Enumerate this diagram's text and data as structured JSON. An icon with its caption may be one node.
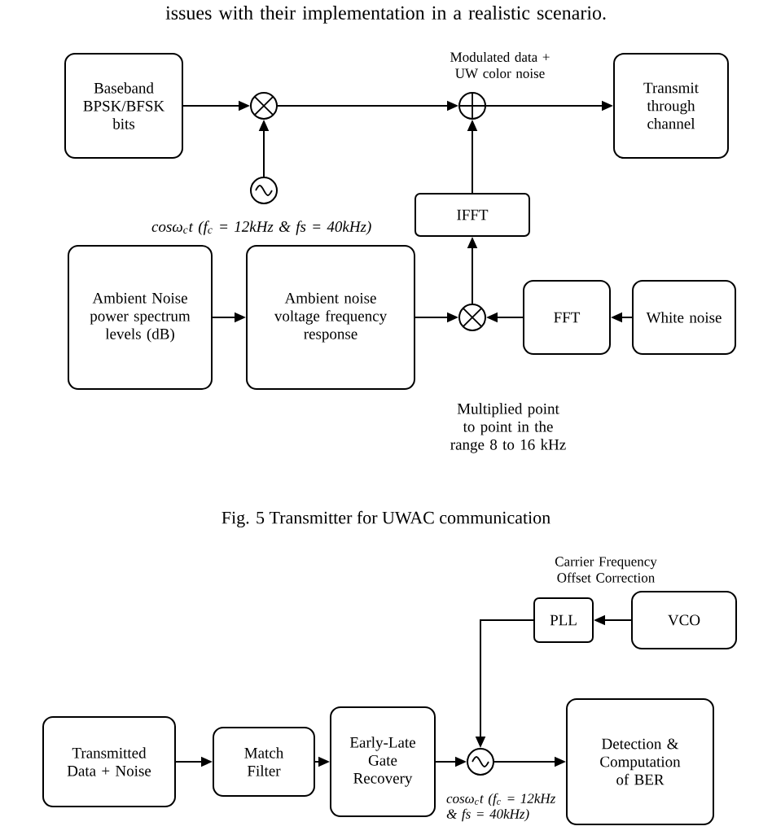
{
  "diagram": {
    "caption": "Fig. 5 Transmitter for UWAC communication",
    "nodes": [
      {
        "text": [
          "Baseband BPSK/BFSK bits"
        ]
      },
      {
        "text": [],
        "shape": "circle"
      },
      {
        "text": [],
        "shape": "circle"
      },
      {
        "text": [],
        "shape": "circle",
        "beside": [
          "Modulated data + UW color noise"
        ]
      },
      {
        "text": [
          "Transmit through channel"
        ]
      },
      {
        "text": [
          "IFFT"
        ]
      },
      {
        "text": [
          "Ambient Noise power spectrum levels (dB)"
        ]
      },
      {
        "text": [
          "Ambient noise voltage frequency response"
        ]
      },
      {
        "text": [],
        "shape": "circle"
      },
      {
        "text": [
          "FFT"
        ]
      },
      {
        "text": [
          "White noise"
        ]
      },
      {
        "text": [
          "Transmitted Data + Noise"
        ]
      },
      {
        "text": [
          "Match Filter"
        ]
      },
      {
        "text": [
          "Early-Late Gate Recovery"
        ]
      },
      {
        "text": [],
        "shape": "circle"
      },
      {
        "text": [
          "Detection & Computation of BER"
        ]
      },
      {
        "text": [
          "PLL"
        ],
        "beside": [
          "Carrier Frequency Offset Correction"
        ]
      },
      {
        "text": [
          "VCO"
        ]
      }
    ],
    "edges": [
      {
        "from": 0,
        "to": 1,
        "arrow": "to"
      },
      {
        "from": 2,
        "to": 1,
        "arrow": "to"
      },
      {
        "from": 1,
        "to": 3,
        "arrow": "to"
      },
      {
        "from": 3,
        "to": 4,
        "arrow": "to"
      },
      {
        "from": 5,
        "to": 3,
        "arrow": "to"
      },
      {
        "from": 6,
        "to": 7,
        "arrow": "to"
      },
      {
        "from": 7,
        "to": 8,
        "arrow": "to"
      },
      {
        "from": 9,
        "to": 8,
        "arrow": "to"
      },
      {
        "from": 10,
        "to": 9,
        "arrow": "to"
      },
      {
        "from": 8,
        "to": 5,
        "arrow": "to"
      },
      {
        "from": 11,
        "to": 12,
        "arrow": "to"
      },
      {
        "from": 12,
        "to": 13,
        "arrow": "to"
      },
      {
        "from": 13,
        "to": 14,
        "arrow": "to"
      },
      {
        "from": 14,
        "to": 15,
        "arrow": "to"
      },
      {
        "from": 17,
        "to": 16,
        "arrow": "to"
      },
      {
        "from": 16,
        "to": 14,
        "arrow": "to"
      }
    ],
    "labels": [
      "issues with their implementation in a realistic scenario.",
      "cosω$_{c}$t (f$_{c}$ = 12kHz & fs = 40kHz)",
      "Multiplied point to point in the range 8 to 16 kHz",
      "cosω$_{c}$t (f$_{c}$ = 12kHz & fs = 40kHz)"
    ]
  }
}
